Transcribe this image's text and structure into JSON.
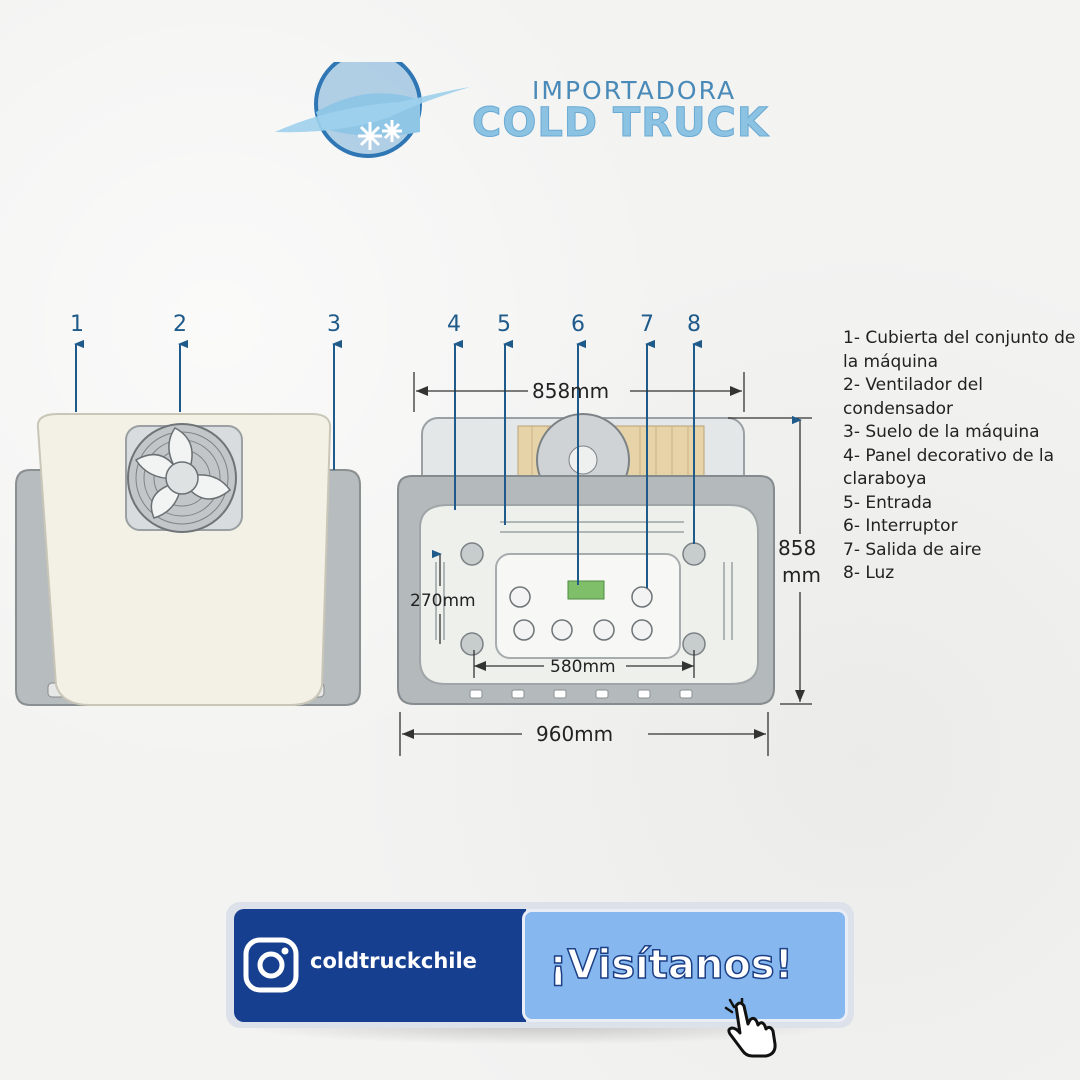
{
  "brand": {
    "top": "IMPORTADORA",
    "main": "COLD TRUCK"
  },
  "diagram": {
    "callouts": [
      "1",
      "2",
      "3",
      "4",
      "5",
      "6",
      "7",
      "8"
    ],
    "dimensions": {
      "top_width": "858mm",
      "height_value": "858",
      "height_unit": "mm",
      "bottom_width": "960mm",
      "inner_width": "580mm",
      "inner_height": "270mm"
    }
  },
  "legend": [
    "1- Cubierta del conjunto de la máquina",
    "2- Ventilador del condensador",
    "3- Suelo de la máquina",
    "4- Panel decorativo de la claraboya",
    "5- Entrada",
    "6- Interruptor",
    "7- Salida de aire",
    "8- Luz"
  ],
  "cta": {
    "handle": "coldtruckchile",
    "visit": "¡Visítanos!"
  },
  "colors": {
    "callout": "#1e5a8a",
    "instagram_bg": "#173f8f",
    "visit_bg": "#86b7ee"
  },
  "icons": [
    "logo-emblem",
    "instagram-icon",
    "cursor-hand-icon",
    "fan-icon"
  ]
}
